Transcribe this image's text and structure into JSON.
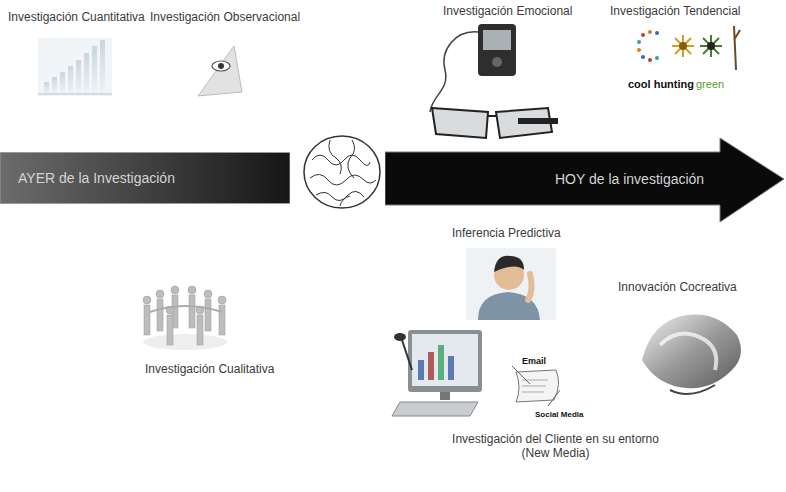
{
  "diagram": {
    "nodes": [
      {
        "text": [
          "AYER de la Investigación"
        ]
      },
      {
        "text": [
          "HOY de la investigación"
        ]
      }
    ],
    "labels": [
      "Investigación Cuantitativa",
      "Investigación Observacional",
      "Investigación Emocional",
      "Investigación Tendencial",
      "cool hunting",
      "green",
      "Inferencia Predictiva",
      "Innovación Cocreativa",
      "Investigación Cualitativa",
      "Email",
      "Social Media",
      "Investigación del Cliente en su entorno (New Media)"
    ]
  }
}
